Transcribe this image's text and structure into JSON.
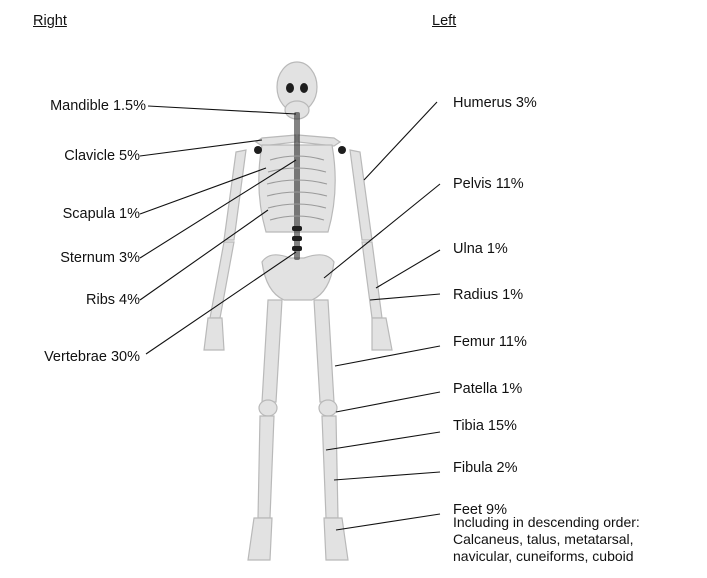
{
  "sides": {
    "right": "Right",
    "left": "Left"
  },
  "labels_right": [
    "Mandible 1.5%",
    "Clavicle 5%",
    "Scapula 1%",
    "Sternum 3%",
    "Ribs 4%",
    "Vertebrae  30%"
  ],
  "labels_left": [
    "Humerus 3%",
    "Pelvis 11%",
    "Ulna 1%",
    "Radius 1%",
    "Femur 11%",
    "Patella 1%",
    "Tibia 15%",
    "Fibula 2%",
    "Feet  9%"
  ],
  "feet_note": [
    "Including in descending order:",
    "Calcaneus, talus, metatarsal,",
    "navicular, cuneiforms, cuboid"
  ],
  "colors": {
    "bone": "#e2e2e2",
    "bone_shade": "#b9b9b9",
    "dark": "#1e1e1e",
    "line": "#111111"
  }
}
